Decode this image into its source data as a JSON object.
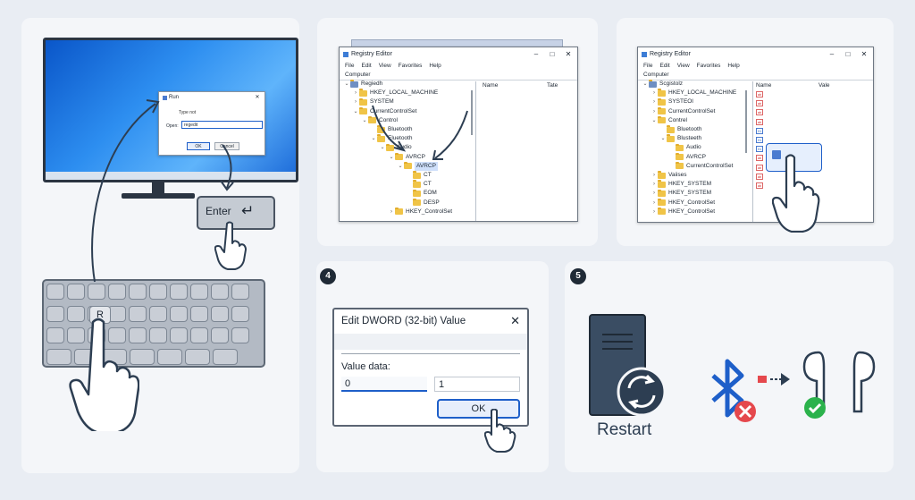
{
  "step1": {
    "run_dialog": {
      "title": "Run",
      "prompt": "Type not",
      "open_label": "Open:",
      "open_value": "regedit",
      "ok": "OK",
      "cancel": "Cancel"
    },
    "enter_key": "Enter",
    "r_key": "R"
  },
  "step2": {
    "title": "Registry Editor",
    "menu": [
      "File",
      "Edit",
      "View",
      "Favorites",
      "Help"
    ],
    "address": "Computer",
    "columns": {
      "name": "Name",
      "type": "Tate"
    },
    "tree": [
      "Regiedh",
      "HKEY_LOCAL_MACHINE",
      "SYSTEM",
      "CurrentControlSet",
      "Control",
      "Bluetooth",
      "Eluetooth",
      "Audio",
      "AVRCP",
      "AVRCP",
      "CT",
      "CT",
      "EOM",
      "DESP",
      "HKEY_ControlSet"
    ]
  },
  "step3": {
    "title": "Registry Editor",
    "menu": [
      "File",
      "Edit",
      "View",
      "Favorites",
      "Help"
    ],
    "address": "Computer",
    "columns": {
      "name": "Name",
      "value": "Vale"
    },
    "tree": [
      "Scgistolz",
      "HKEY_LOCAL_MACHINE",
      "SYSTEOl",
      "CurrentControlSet",
      "Contrel",
      "Bluetooth",
      "Blusteeth",
      "Audio",
      "AVRCP",
      "CurrentControlSet",
      "Vaiises",
      "HKEY_SYSTEM",
      "HKEY_SYSTEM",
      "HKEY_ControlSet",
      "HKEY_ControlSet"
    ]
  },
  "step4": {
    "number": "4",
    "dialog_title": "Edit DWORD (32-bit) Value",
    "close": "✕",
    "value_label": "Value data:",
    "value_old": "0",
    "value_new": "1",
    "ok": "OK"
  },
  "step5": {
    "number": "5",
    "restart_label": "Restart"
  },
  "colors": {
    "accent": "#1e5fc9",
    "error": "#e5484d",
    "success": "#2bb24c",
    "dark": "#2d3e52"
  }
}
